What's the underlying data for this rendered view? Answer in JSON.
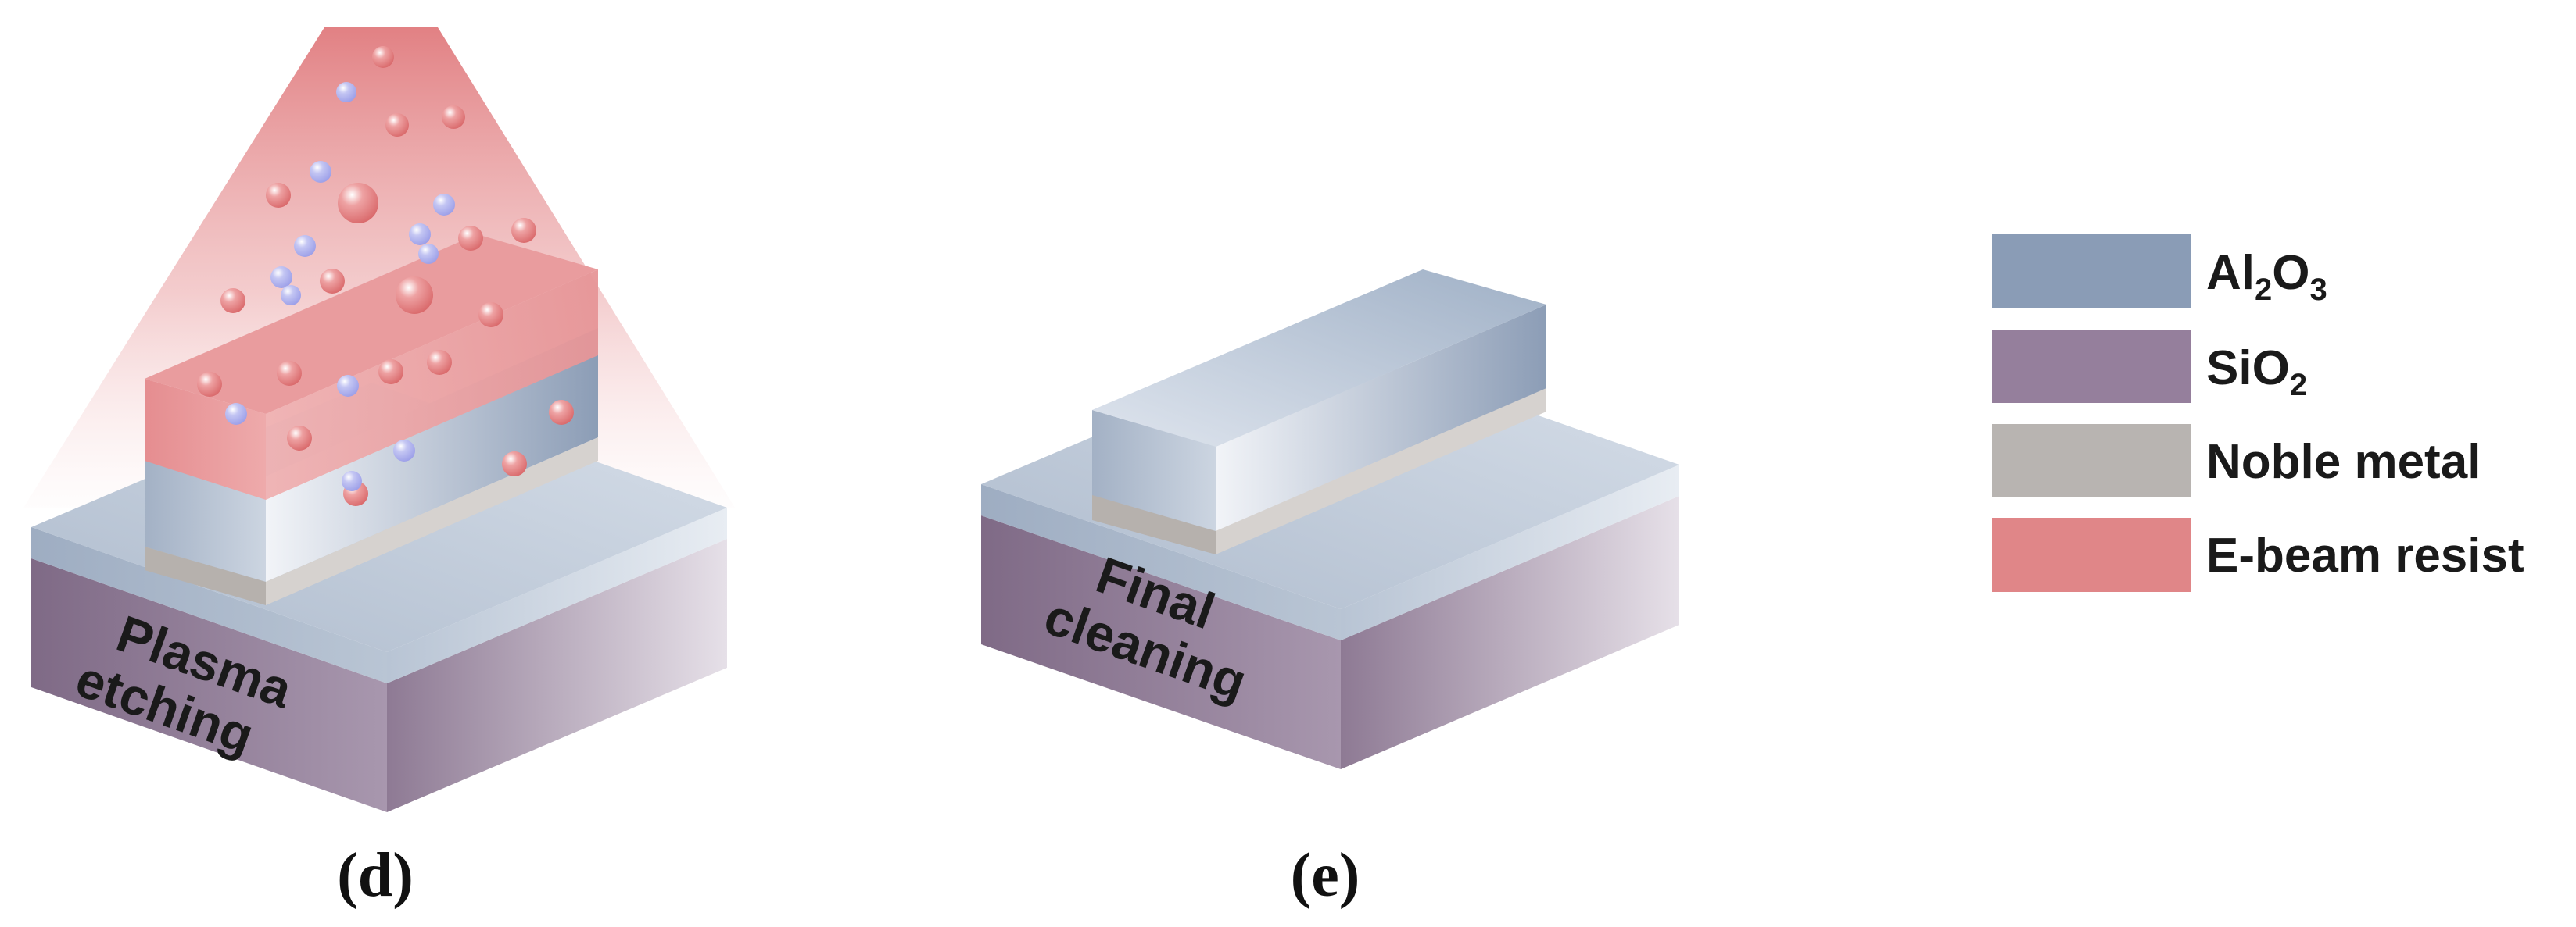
{
  "panels": [
    {
      "id": "d",
      "label": "(d)",
      "stage_lines": [
        "Plasma",
        "etching"
      ]
    },
    {
      "id": "e",
      "label": "(e)",
      "stage_lines": [
        "Final",
        "cleaning"
      ]
    }
  ],
  "legend": {
    "items": [
      {
        "key": "al2o3",
        "base_1": "Al",
        "sub_1": "2",
        "base_2": "O",
        "sub_2": "3",
        "color": "#8a9cb6"
      },
      {
        "key": "sio2",
        "base_1": "SiO",
        "sub_1": "2",
        "color": "#957f9c"
      },
      {
        "key": "noble",
        "text": "Noble metal",
        "color": "#b8b4b1"
      },
      {
        "key": "resist",
        "text": "E-beam resist",
        "color": "#e08688"
      }
    ]
  },
  "colors": {
    "al2o3_top": "#c3cedd",
    "al2o3_side": "#a6b4c8",
    "sio2_front": "#8d7692",
    "sio2_side": "#cdc3d1",
    "noble_metal": "#c2beba",
    "resist": "#e49b9d",
    "plasma_red_ion": "#d9686a",
    "plasma_blue_ion": "#9b9ee8"
  }
}
